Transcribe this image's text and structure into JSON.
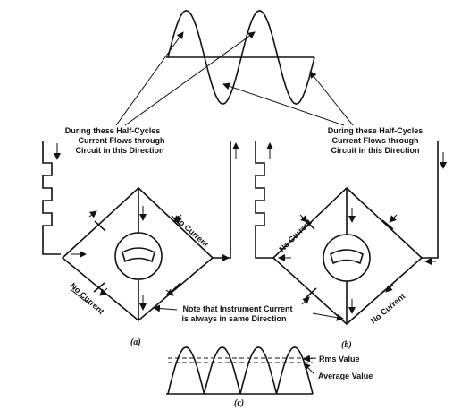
{
  "labels": {
    "left_half_cycles": [
      "During these Half-Cycles",
      "Current Flows through",
      "Circuit in this Direction"
    ],
    "right_half_cycles": [
      "During these Half-Cycles",
      "Current Flows through",
      "Circuit in this Direction"
    ],
    "no_current_a_top": "No Current",
    "no_current_a_bottom": "No Current",
    "no_current_b_top": "No Current",
    "no_current_b_bottom": "No Current",
    "instrument_note": [
      "Note that Instrument Current",
      "is always in same Direction"
    ],
    "rms_value": "Rms  Value",
    "average_value": "Average Value"
  },
  "captions": {
    "a": "(a)",
    "b": "(b)",
    "c": "(c)"
  },
  "colors": {
    "ink": "#111111",
    "paper": "#ffffff"
  }
}
